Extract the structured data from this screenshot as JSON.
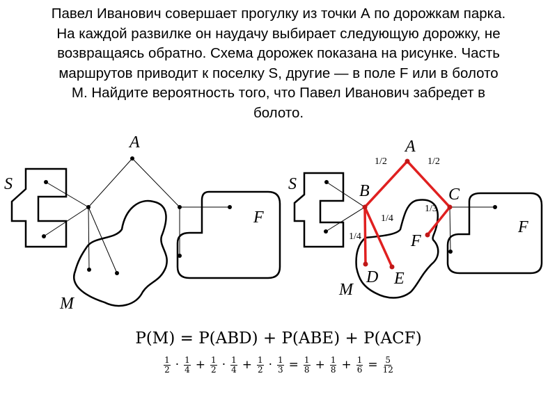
{
  "problem": {
    "lines": [
      "Павел Иванович совершает прогулку из точки А по дорожкам парка.",
      "На каждой развилке он наудачу выбирает следующую дорожку, не",
      "возвращаясь обратно. Схема дорожек показана на рисунке. Часть",
      "маршрутов приводит к поселку S, другие — в поле F или в болото",
      "M. Найдите вероятность того, что Павел Иванович забредет в",
      "болото."
    ]
  },
  "left_diagram": {
    "label_a": "A",
    "label_s": "S",
    "label_f": "F",
    "label_m": "M"
  },
  "right_diagram": {
    "label_a": "A",
    "label_b": "B",
    "label_c": "C",
    "label_d": "D",
    "label_e": "E",
    "label_f_point": "F",
    "label_f_field": "F",
    "label_s": "S",
    "label_m": "M",
    "prob_ab": "1/2",
    "prob_ac": "1/2",
    "prob_bd": "1/4",
    "prob_be": "1/4",
    "prob_cf": "1/3",
    "highlight_color": "#e02020"
  },
  "formula": {
    "line1": "P(M) = P(ABD) + P(ABE) + P(ACF)",
    "line2": [
      {
        "n": "1",
        "d": "2"
      },
      "·",
      {
        "n": "1",
        "d": "4"
      },
      "+",
      {
        "n": "1",
        "d": "2"
      },
      "·",
      {
        "n": "1",
        "d": "4"
      },
      "+",
      {
        "n": "1",
        "d": "2"
      },
      "·",
      {
        "n": "1",
        "d": "3"
      },
      "=",
      {
        "n": "1",
        "d": "8"
      },
      "+",
      {
        "n": "1",
        "d": "8"
      },
      "+",
      {
        "n": "1",
        "d": "6"
      },
      "=",
      {
        "n": "5",
        "d": "12"
      }
    ]
  }
}
